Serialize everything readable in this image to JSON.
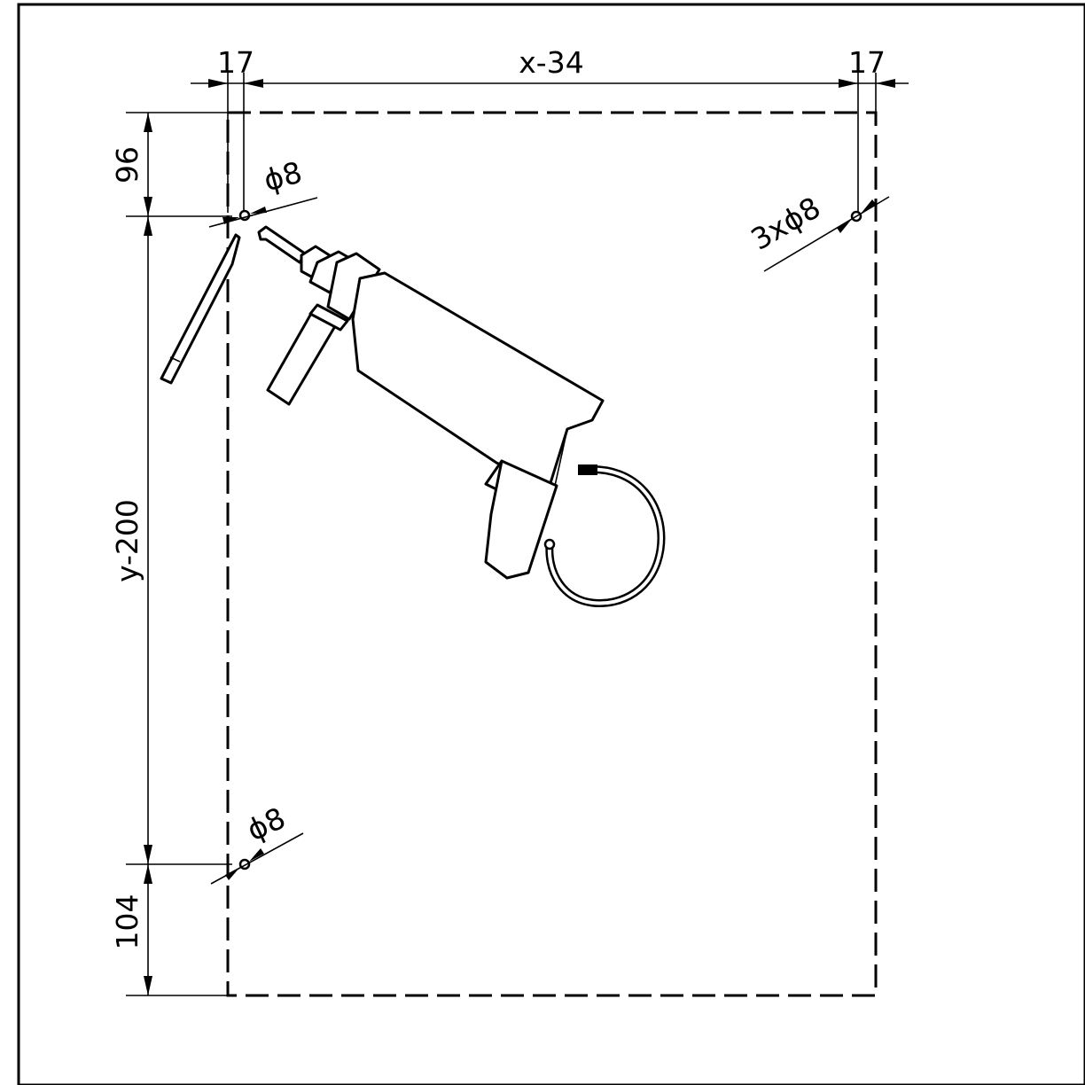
{
  "dimensions": {
    "left_offset": "17",
    "width": "x-34",
    "right_offset": "17",
    "top_offset": "96",
    "height": "y-200",
    "bottom_offset": "104"
  },
  "holes": {
    "top_left": "ϕ8",
    "top_right": "3xϕ8",
    "bottom_left": "ϕ8"
  },
  "colors": {
    "line": "#000000",
    "background": "#ffffff"
  },
  "icons": {
    "illustration": "drill-with-bit-icon",
    "cable": "cable-icon"
  }
}
